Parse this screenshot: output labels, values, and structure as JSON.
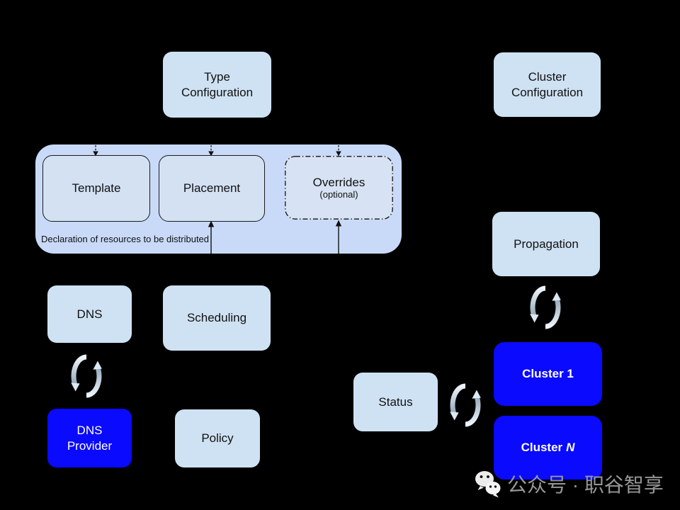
{
  "nodes": {
    "type_config": "Type\nConfiguration",
    "cluster_config": "Cluster\nConfiguration",
    "template": "Template",
    "placement": "Placement",
    "overrides": "Overrides",
    "overrides_optional": "(optional)",
    "declaration_caption": "Declaration of resources to be distributed",
    "dns": "DNS",
    "scheduling": "Scheduling",
    "propagation": "Propagation",
    "dns_provider": "DNS\nProvider",
    "policy": "Policy",
    "status": "Status",
    "cluster_1": "Cluster 1",
    "cluster_n_prefix": "Cluster",
    "cluster_n_suffix": "N"
  },
  "watermark": {
    "text": "公众号 · 职谷智享"
  },
  "icons": {
    "sync": "sync-icon",
    "wechat": "wechat-icon"
  },
  "colors": {
    "background": "#000000",
    "group_fill": "#c9daf8",
    "light_box_fill": "#cfe2f3",
    "inner_box_fill": "#d3e1f3",
    "blue_box_fill": "#0a0aff",
    "box_text": "#111111",
    "blue_box_text": "#ffffff",
    "watermark_text": "#979797",
    "sync_icon_light": "#eef4fa",
    "sync_icon_dark": "#94a9bb"
  }
}
